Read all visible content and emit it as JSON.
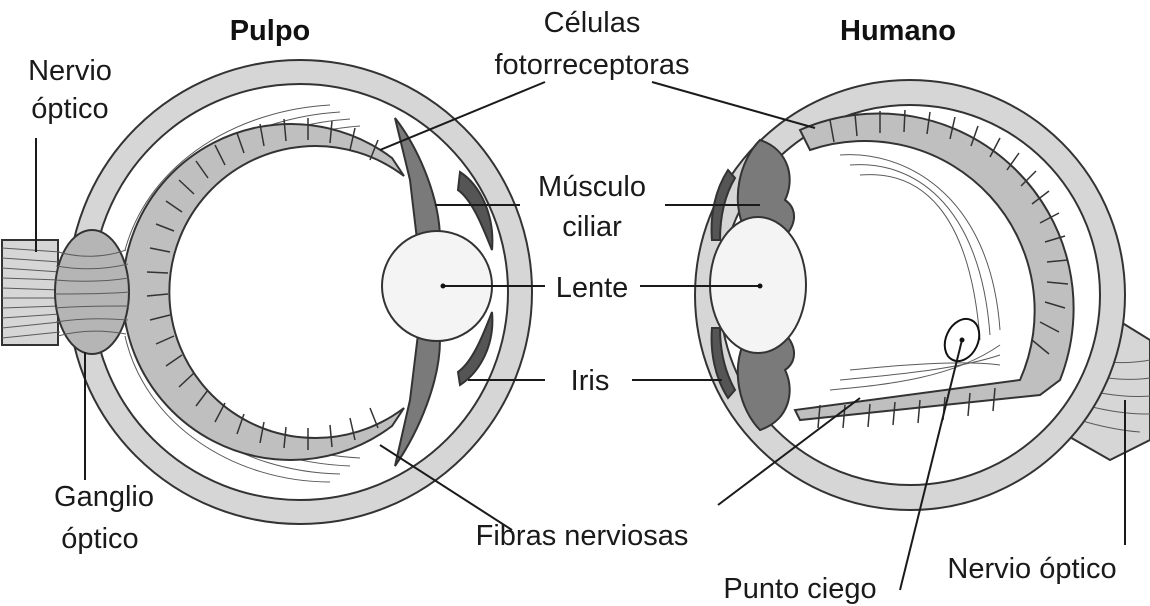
{
  "titles": {
    "octopus": "Pulpo",
    "human": "Humano"
  },
  "labels": {
    "optic_nerve_left_line1": "Nervio",
    "optic_nerve_left_line2": "óptico",
    "photoreceptors_line1": "Células",
    "photoreceptors_line2": "fotorreceptoras",
    "ciliary_muscle_line1": "Músculo",
    "ciliary_muscle_line2": "ciliar",
    "lens": "Lente",
    "iris": "Iris",
    "optic_ganglion_line1": "Ganglio",
    "optic_ganglion_line2": "óptico",
    "nerve_fibers": "Fibras nerviosas",
    "blind_spot": "Punto ciego",
    "optic_nerve_right": "Nervio óptico"
  },
  "colors": {
    "sclera": "#d6d6d6",
    "muscle": "#7a7a7a",
    "iris": "#555555",
    "lens": "#f4f4f4",
    "photoreceptor_cells": "#bfbfbf",
    "outline": "#333333"
  }
}
